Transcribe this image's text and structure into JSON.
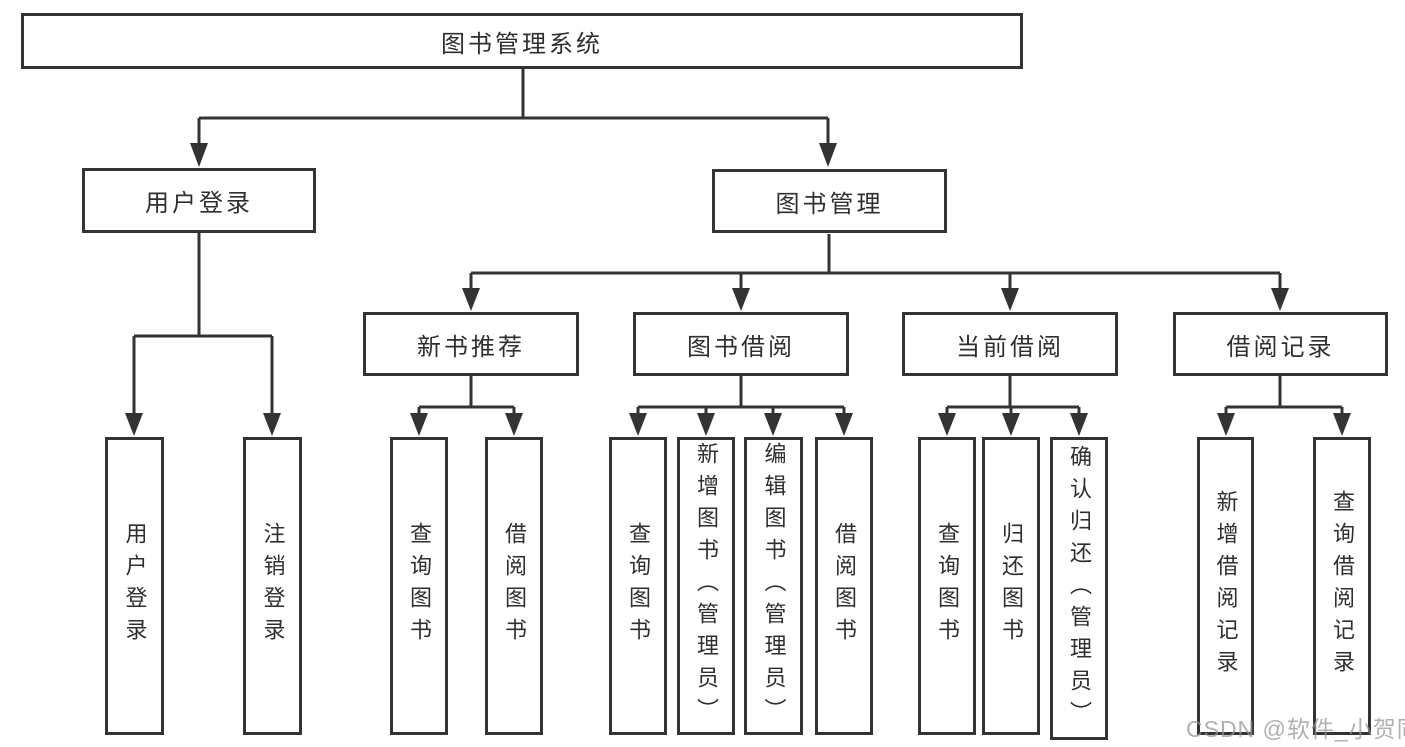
{
  "diagram": {
    "root": {
      "label": "图书管理系统"
    },
    "user_login": {
      "label": "用户登录",
      "children": [
        {
          "label": "用户登录"
        },
        {
          "label": "注销登录"
        }
      ]
    },
    "book_management": {
      "label": "图书管理",
      "modules": [
        {
          "label": "新书推荐",
          "children": [
            {
              "label": "查询图书"
            },
            {
              "label": "借阅图书"
            }
          ]
        },
        {
          "label": "图书借阅",
          "children": [
            {
              "label": "查询图书"
            },
            {
              "label": "新增图书（管理员）"
            },
            {
              "label": "编辑图书（管理员）"
            },
            {
              "label": "借阅图书"
            }
          ]
        },
        {
          "label": "当前借阅",
          "children": [
            {
              "label": "查询图书"
            },
            {
              "label": "归还图书"
            },
            {
              "label": "确认归还（管理员）"
            }
          ]
        },
        {
          "label": "借阅记录",
          "children": [
            {
              "label": "新增借阅记录"
            },
            {
              "label": "查询借阅记录"
            }
          ]
        }
      ]
    },
    "watermark": "CSDN @软件_小贺同学"
  },
  "colors": {
    "line": "#333333",
    "text": "#2f2f2f",
    "background": "#ffffff",
    "watermark": "#969696"
  }
}
